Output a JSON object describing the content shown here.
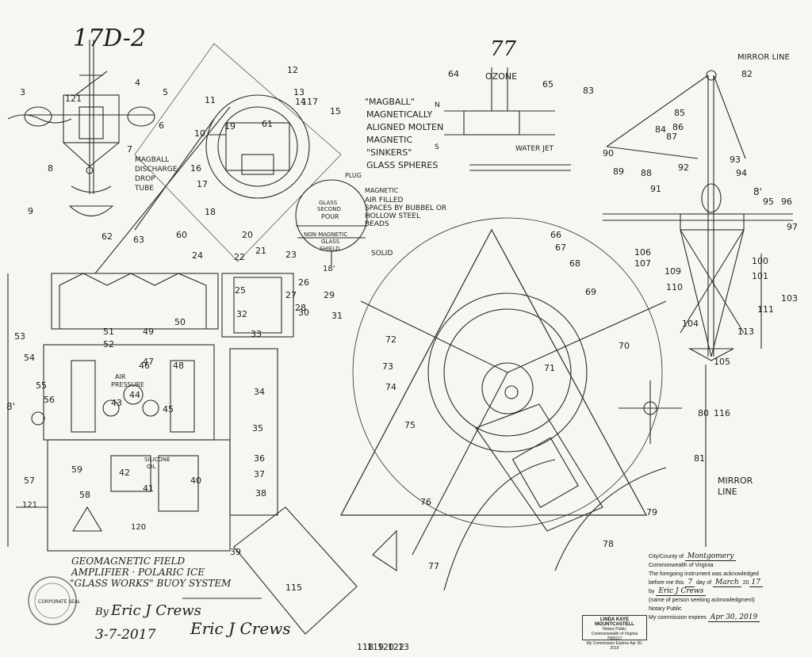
{
  "title_block": {
    "line1": "GEOMAGNETIC FIELD",
    "line2": "AMPLIFIER · POLARIC ICE",
    "line3": "\"GLASS WORKS\" BUOY SYSTEM",
    "by": "By",
    "signature": "Eric J Crews",
    "date": "3-7-2017",
    "signature2": "Eric J Crews"
  },
  "seal": {
    "text": "CORPORATE SEAL"
  },
  "figure_labels": {
    "fig_top_left": "17D-2",
    "fig_center_top": "77",
    "ozone": "OZONE",
    "mirror_line_top": "MIRROR LINE",
    "mirror_line_right_1": "MIRROR",
    "mirror_line_right_2": "LINE",
    "magball_1": "MAGBALL",
    "magball_2": "DISCHARGE",
    "magball_3": "DROP",
    "magball_4": "TUBE",
    "note_1": "\"MAGBALL\"",
    "note_2": "MAGNETICALLY",
    "note_3": "ALIGNED MOLTEN",
    "note_4": "MAGNETIC",
    "note_5": "\"SINKERS\"",
    "note_6": "GLASS SPHERES",
    "plug": "PLUG",
    "sphere_1": "MAGNETIC",
    "sphere_2": "AIR FILLED",
    "sphere_3": "SPACES BY BUBBEL OR",
    "sphere_4": "HOLLOW STEEL",
    "sphere_5": "BEADS",
    "glass_1": "GLASS",
    "glass_2": "SECOND",
    "glass_3": "POUR",
    "nonmag_1": "NON MAGNETIC",
    "nonmag_2": "GLASS",
    "nonmag_3": "SHIELD",
    "solid": "SOLID",
    "water_jet": "WATER JET",
    "air_pressure_1": "AIR",
    "air_pressure_2": "PRESSURE",
    "silicone_oil_1": "SILICONE",
    "silicone_oil_2": "OIL",
    "n_pole": "N",
    "s_pole": "S"
  },
  "reference_numbers": [
    "3",
    "4",
    "5",
    "6",
    "7",
    "8",
    "9",
    "121",
    "10",
    "11",
    "12",
    "13",
    "14",
    "15",
    "16",
    "17",
    "18",
    "19",
    "20",
    "21",
    "22",
    "23",
    "24",
    "25",
    "26",
    "27",
    "28",
    "29",
    "30",
    "31",
    "32",
    "33",
    "34",
    "35",
    "36",
    "37",
    "38",
    "39",
    "40",
    "41",
    "42",
    "43",
    "44",
    "45",
    "46",
    "47",
    "48",
    "49",
    "50",
    "51",
    "52",
    "53",
    "54",
    "55",
    "56",
    "57",
    "58",
    "59",
    "60",
    "61",
    "62",
    "63",
    "64",
    "65",
    "66",
    "67",
    "68",
    "69",
    "70",
    "71",
    "72",
    "73",
    "74",
    "75",
    "76",
    "77",
    "78",
    "79",
    "80",
    "81",
    "82",
    "83",
    "84",
    "85",
    "86",
    "87",
    "88",
    "89",
    "90",
    "91",
    "92",
    "93",
    "94",
    "95",
    "96",
    "97",
    "100",
    "101",
    "103",
    "104",
    "105",
    "106",
    "107",
    "109",
    "110",
    "111",
    "113",
    "115",
    "116",
    "117",
    "118",
    "119",
    "120",
    "122",
    "13"
  ],
  "dimension_labels": {
    "d1": "8'",
    "d2": "18'",
    "d3": "121",
    "d4": "120",
    "d5": "8'"
  },
  "notary": {
    "line_county": "City/County of",
    "county_value": "Montgomery",
    "line_commonwealth": "Commonwealth of Virginia",
    "line_ack": "The foregoing instrument was acknowledged",
    "line_before": "before me this",
    "day_value": "7",
    "day_of": "day of",
    "month_value": "March",
    "year": "20",
    "year_value": "17",
    "by_label": "by",
    "by_value": "Eric J Crews",
    "name_note": "(name of person seeking acknowledgment)",
    "notary_sig": "Notary Public",
    "commission": "My commission expires",
    "commission_value": "Apr 30, 2019"
  },
  "stamp": {
    "name": "LINDA KAYE MOUNTCASTELL",
    "title": "Notary Public",
    "state": "Commonwealth of Virginia",
    "reg": "7083117",
    "expires": "My Commission Expires Apr 30, 2019"
  }
}
